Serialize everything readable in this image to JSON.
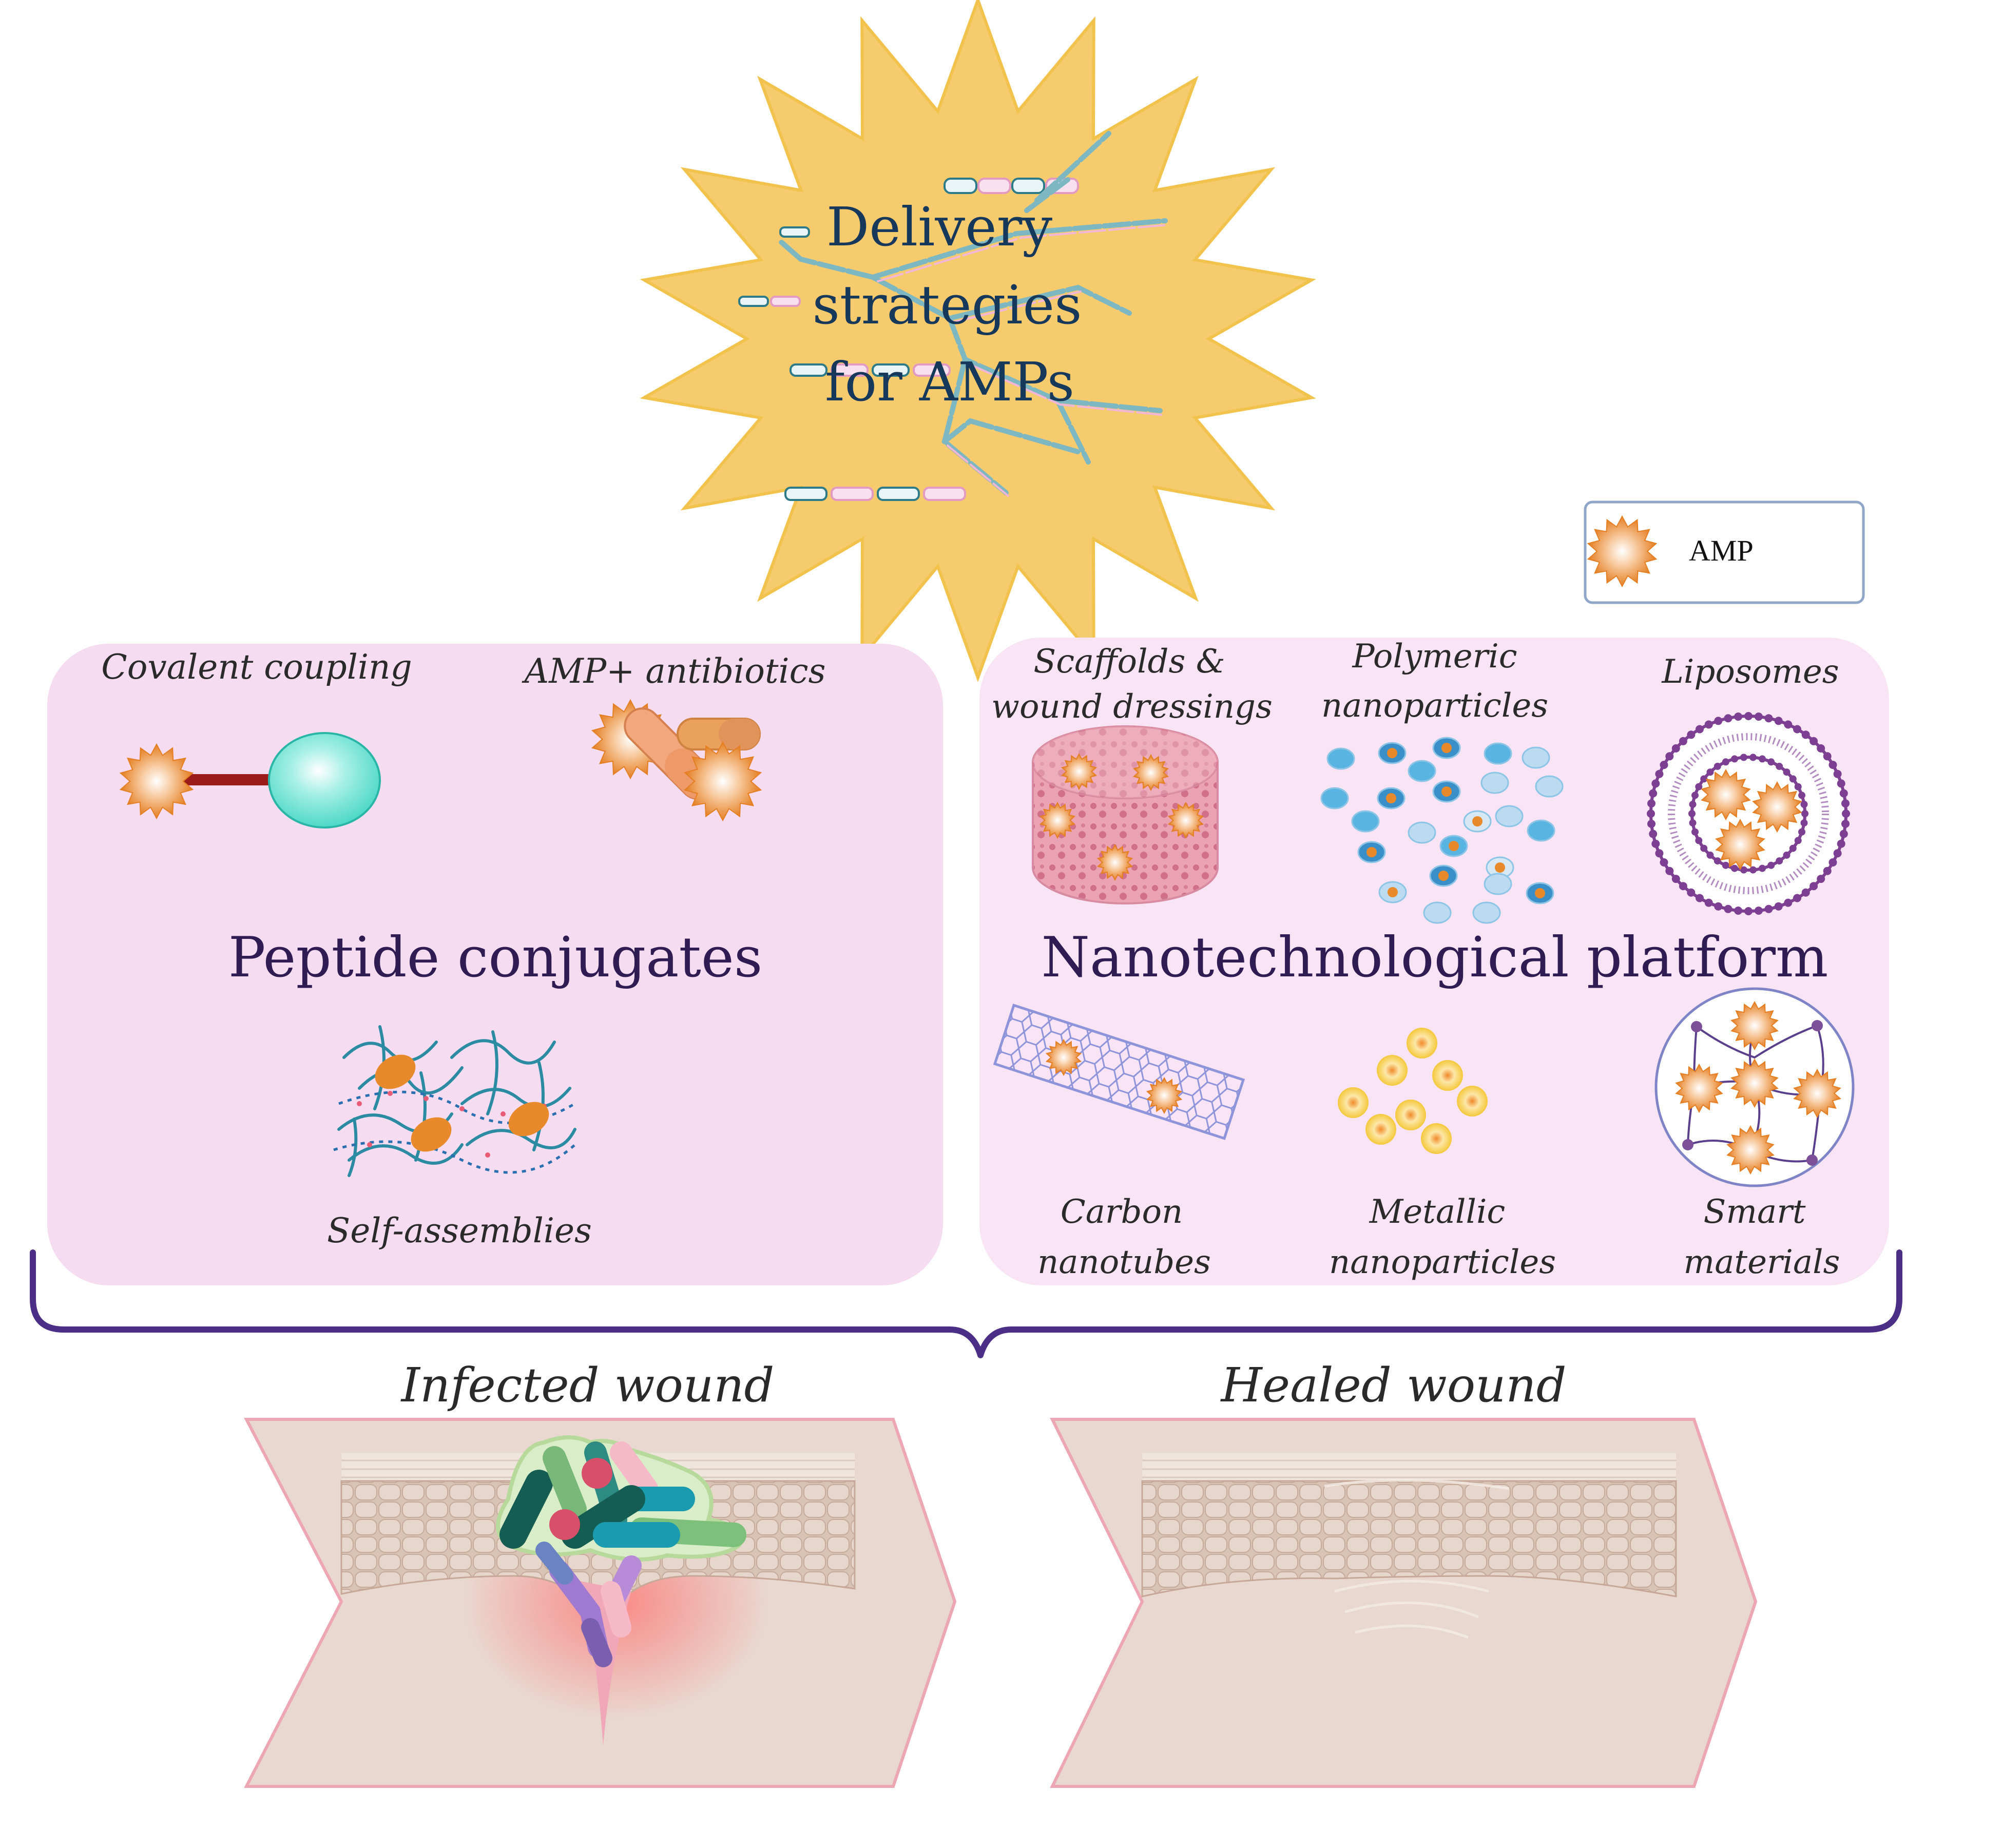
{
  "title": {
    "line1": "Delivery",
    "line2": "strategies",
    "line3": "for AMPs"
  },
  "legend": {
    "label": "AMP"
  },
  "peptide_panel": {
    "heading": "Peptide conjugates",
    "items": {
      "covalent": "Covalent coupling",
      "antibiotics": "AMP+ antibiotics",
      "self_assemblies": "Self-assemblies"
    }
  },
  "nano_panel": {
    "heading": "Nanotechnological platform",
    "items": {
      "scaffolds_l1": "Scaffolds &",
      "scaffolds_l2": "wound dressings",
      "polymeric_l1": "Polymeric",
      "polymeric_l2": "nanoparticles",
      "liposomes": "Liposomes",
      "carbon_l1": "Carbon",
      "carbon_l2": "nanotubes",
      "metallic_l1": "Metallic",
      "metallic_l2": "nanoparticles",
      "smart_l1": "Smart",
      "smart_l2": "materials"
    }
  },
  "wounds": {
    "infected": "Infected wound",
    "healed": "Healed wound"
  },
  "colors": {
    "star": "#f6cb6e",
    "panel_left": "#f6dcf0",
    "panel_right": "#f9e4f5",
    "brace": "#4b2f86",
    "amp": "#e88a2c",
    "skin": "#e9d8cf"
  }
}
